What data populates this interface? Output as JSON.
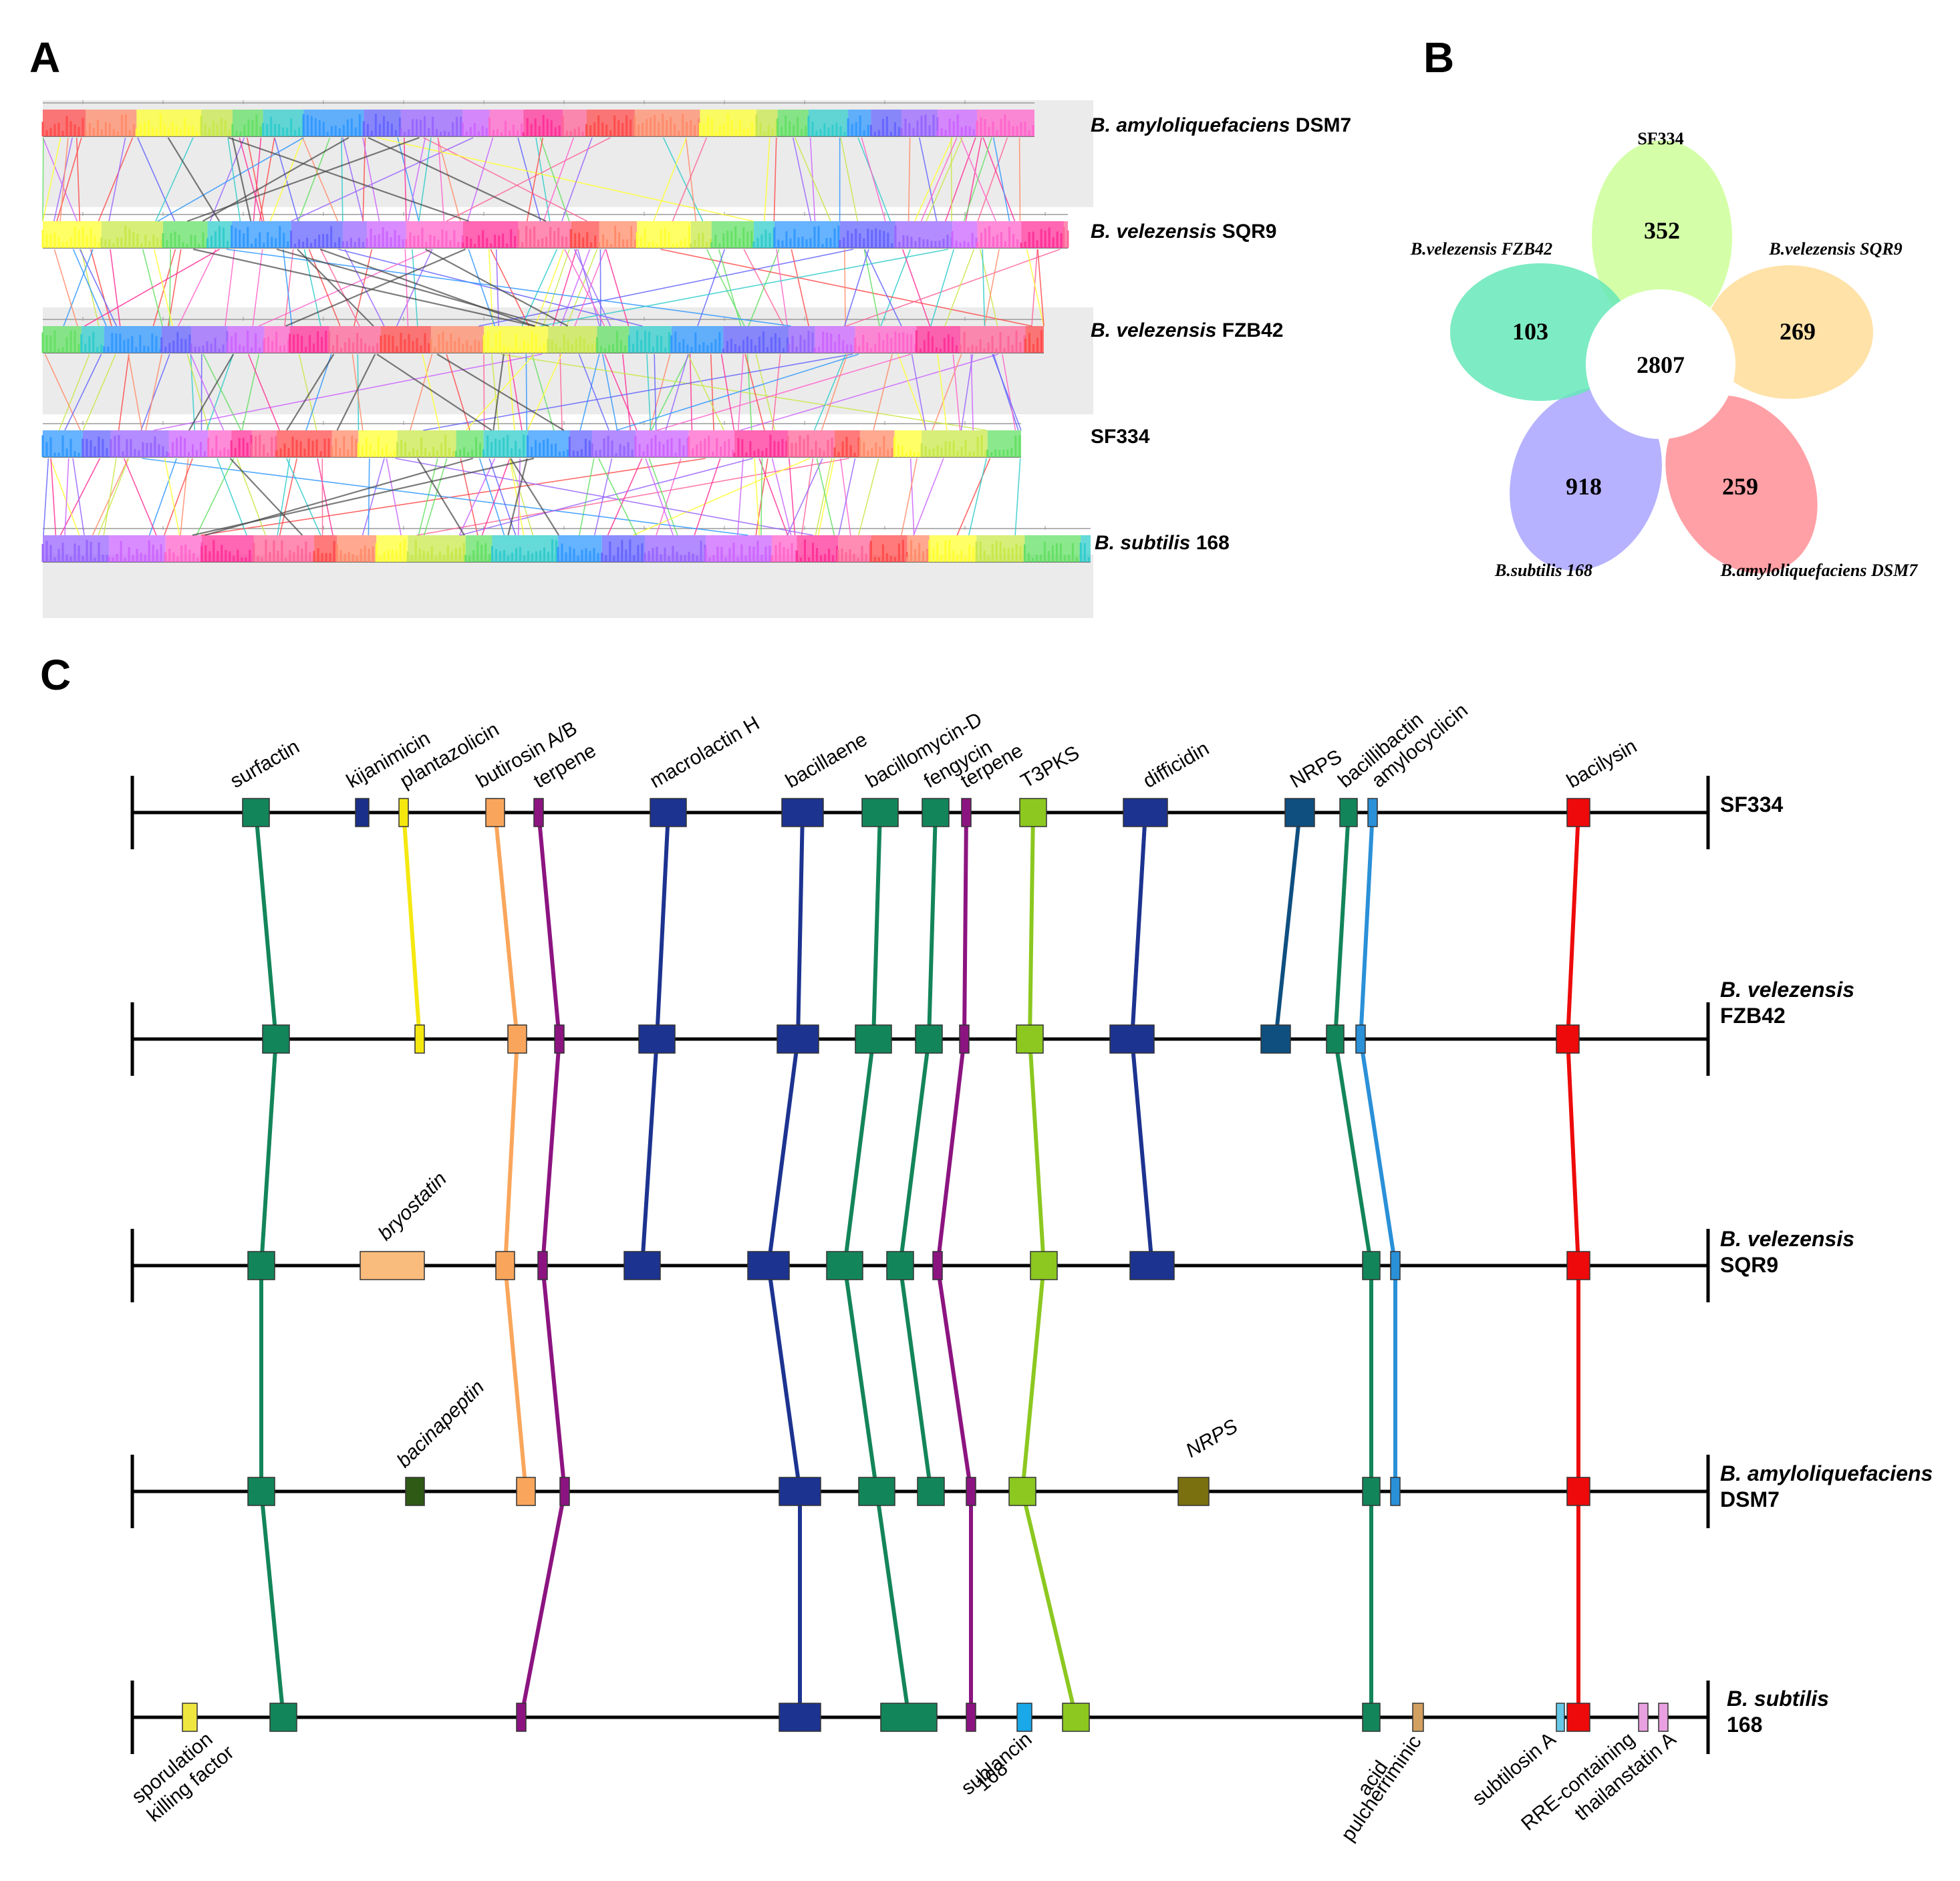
{
  "panels": {
    "a": "A",
    "b": "B",
    "c": "C"
  },
  "panel_a": {
    "genomes": [
      {
        "italic": "B. amyloliquefaciens",
        "plain": " DSM7"
      },
      {
        "italic": "B. velezensis",
        "plain": " SQR9"
      },
      {
        "italic": "B. velezensis",
        "plain": " FZB42"
      },
      {
        "italic": "",
        "plain": "SF334"
      },
      {
        "italic": "B. subtilis",
        "plain": " 168"
      }
    ],
    "block_colors": [
      "#ff4d4d",
      "#ff8c6b",
      "#ffff33",
      "#c9e84b",
      "#66e066",
      "#33cccc",
      "#3399ff",
      "#6666ff",
      "#9966ff",
      "#cc66ff",
      "#ff66cc",
      "#ff3399",
      "#ff6699"
    ]
  },
  "panel_b": {
    "center": "2807",
    "petals": [
      {
        "name": "SF334",
        "italic": false,
        "value": "352",
        "color": "#ccff99"
      },
      {
        "name": "B.velezensis SQR9",
        "italic": true,
        "value": "269",
        "color": "#ffdd99"
      },
      {
        "name": "B.amyloliquefaciens DSM7",
        "italic": true,
        "value": "259",
        "color": "#ff8f96"
      },
      {
        "name": "B.subtilis 168",
        "italic": true,
        "value": "918",
        "color": "#a9a4ff"
      },
      {
        "name": "B.velezensis FZB42",
        "italic": true,
        "value": "103",
        "color": "#66e8b8"
      }
    ]
  },
  "panel_c": {
    "tracks": [
      {
        "lines": [
          "SF334"
        ],
        "italic": [
          false
        ]
      },
      {
        "lines": [
          "B. velezensis",
          "FZB42"
        ],
        "italic": [
          true,
          false
        ]
      },
      {
        "lines": [
          "B. velezensis",
          "SQR9"
        ],
        "italic": [
          true,
          false
        ]
      },
      {
        "lines": [
          "B. amyloliquefaciens",
          "DSM7"
        ],
        "italic": [
          true,
          false
        ]
      },
      {
        "lines": [
          "B. subtilis",
          "168"
        ],
        "italic": [
          true,
          false
        ]
      }
    ],
    "top_labels": [
      "surfactin",
      "kijanimicin",
      "plantazolicin",
      "butirosin A/B",
      "terpene",
      "macrolactin H",
      "bacillaene",
      "bacillomycin-D",
      "fengycin",
      "terpene",
      "T3PKS",
      "difficidin",
      "NRPS",
      "bacillibactin",
      "amylocyclicin",
      "bacilysin"
    ],
    "mid_labels": [
      "bryostatin",
      "bacinapeptin",
      "NRPS"
    ],
    "bottom_labels": [
      [
        "sporulation",
        "killing factor"
      ],
      [
        "sublancin",
        "168"
      ],
      [
        "pulcherriminic",
        "acid"
      ],
      [
        "subtilosin A"
      ],
      [
        "RRE-containing"
      ],
      [
        "thailanstatin A"
      ]
    ],
    "colors": {
      "surfactin": "#13855a",
      "kijanimicin": "#1a2f8a",
      "plantazolicin": "#f5e80f",
      "butirosin": "#f9a65c",
      "terpene": "#8c1480",
      "macrolactin": "#1c3390",
      "bacillaene": "#1c3390",
      "bacillomycin": "#13855a",
      "fengycin": "#13855a",
      "t3pks": "#8cc820",
      "difficidin": "#1c3390",
      "nrps": "#0e4f80",
      "bacillibactin": "#13855a",
      "amylocyclicin": "#2a90d8",
      "bacilysin": "#ee0a0a",
      "bryostatin": "#f9bc7c",
      "bacinapeptin": "#2f5a15",
      "nrps_dsm7": "#7a7010",
      "sporulation": "#f0e640",
      "sublancin": "#19a8e8",
      "pulcherriminic": "#d2a060",
      "subtilosin": "#68c8e8",
      "rre": "#e8a0e0"
    }
  }
}
